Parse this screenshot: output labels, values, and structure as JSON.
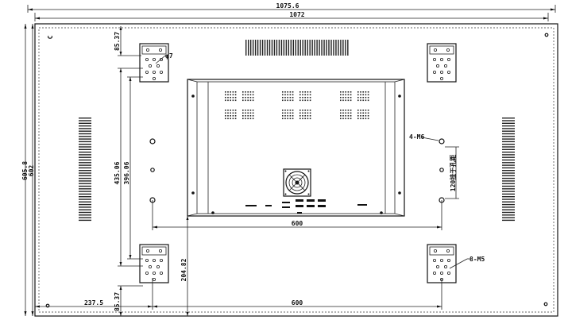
{
  "dimensions": {
    "overall_width": "1075.6",
    "inner_width": "1072",
    "overall_height": "605.8",
    "inner_height": "602",
    "bracket_offset_top": "85.37",
    "bracket_offset_bottom": "85.37",
    "vertical_435": "435.06",
    "vertical_396": "396.06",
    "vertical_204": "204.82",
    "horizontal_600_mid": "600",
    "horizontal_600_bottom": "600",
    "horizontal_237": "237.5"
  },
  "callouts": {
    "hole_phi7": "φ7",
    "screw_4m6": "4-M6",
    "mount_120": "120挂于孔距",
    "screw_8m5": "8-M5",
    "corner_mark": "C"
  }
}
